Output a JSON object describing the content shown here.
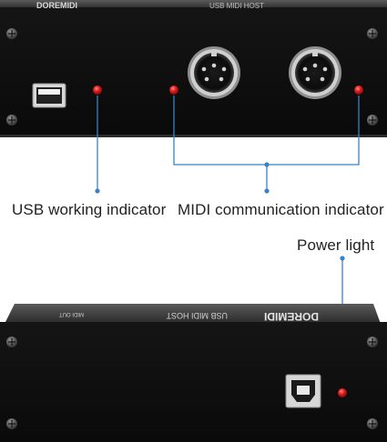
{
  "labels": {
    "usb_indicator": "USB working indicator",
    "midi_indicator": "MIDI communication indicator",
    "power_light": "Power light"
  },
  "device": {
    "brand": "DOREMIDI",
    "model": "USB MIDI HOST"
  },
  "colors": {
    "callout_line": "#3a82c8",
    "led_red": "#e01b1b",
    "body_dark": "#1c1c1c",
    "faceplate": "#0e0e0e"
  },
  "icons": {
    "usb_a_port": "usb-a-port",
    "midi_din_in": "midi-din-5pin",
    "midi_din_out": "midi-din-5pin",
    "usb_b_port": "usb-b-port"
  }
}
